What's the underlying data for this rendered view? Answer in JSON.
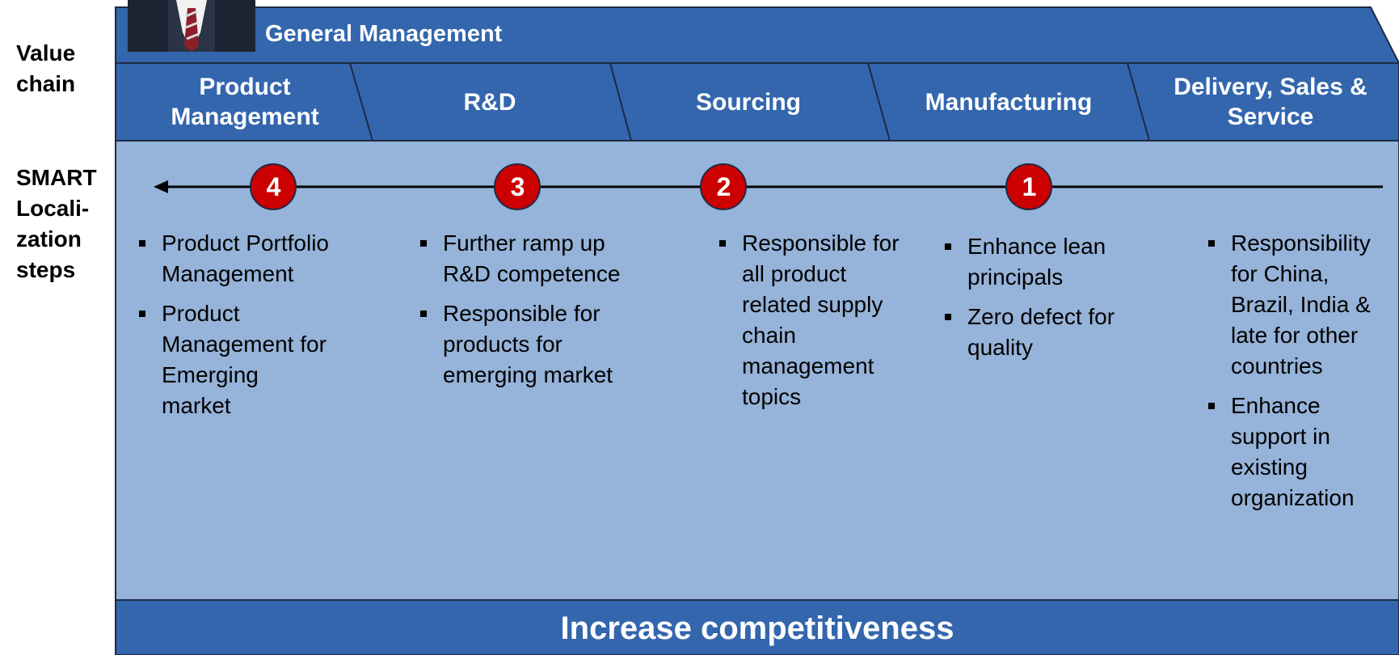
{
  "row_labels": {
    "value_chain": "Value\nchain",
    "smart_steps": "SMART\nLocali-\nzation\nsteps"
  },
  "general_management": "General Management",
  "value_chain_stages": [
    {
      "label": "Product\nManagement"
    },
    {
      "label": "R&D"
    },
    {
      "label": "Sourcing"
    },
    {
      "label": "Manufacturing"
    },
    {
      "label": "Delivery, Sales &\nService"
    }
  ],
  "steps": [
    {
      "number": "4",
      "bullets": [
        "Product Portfolio Management",
        "Product Management for Emerging market"
      ]
    },
    {
      "number": "3",
      "bullets": [
        "Further ramp up R&D competence",
        "Responsible for products for emerging market"
      ]
    },
    {
      "number": "2",
      "bullets": [
        "Responsible for all product related supply chain management topics"
      ]
    },
    {
      "number": "1",
      "bullets": [
        "Enhance lean principals",
        "Zero defect for quality"
      ]
    },
    {
      "number": "",
      "bullets": [
        "Responsibility for China, Brazil, India & late for other countries",
        "Enhance support in existing organization"
      ]
    }
  ],
  "footer": "Increase competitiveness",
  "colors": {
    "dark_blue": "#3366AD",
    "light_blue": "#96B3D9",
    "step_red": "#CC0000",
    "border": "#1F2A44"
  },
  "icons": {
    "photo": "executive-photo",
    "arrow": "left-arrow-icon"
  }
}
